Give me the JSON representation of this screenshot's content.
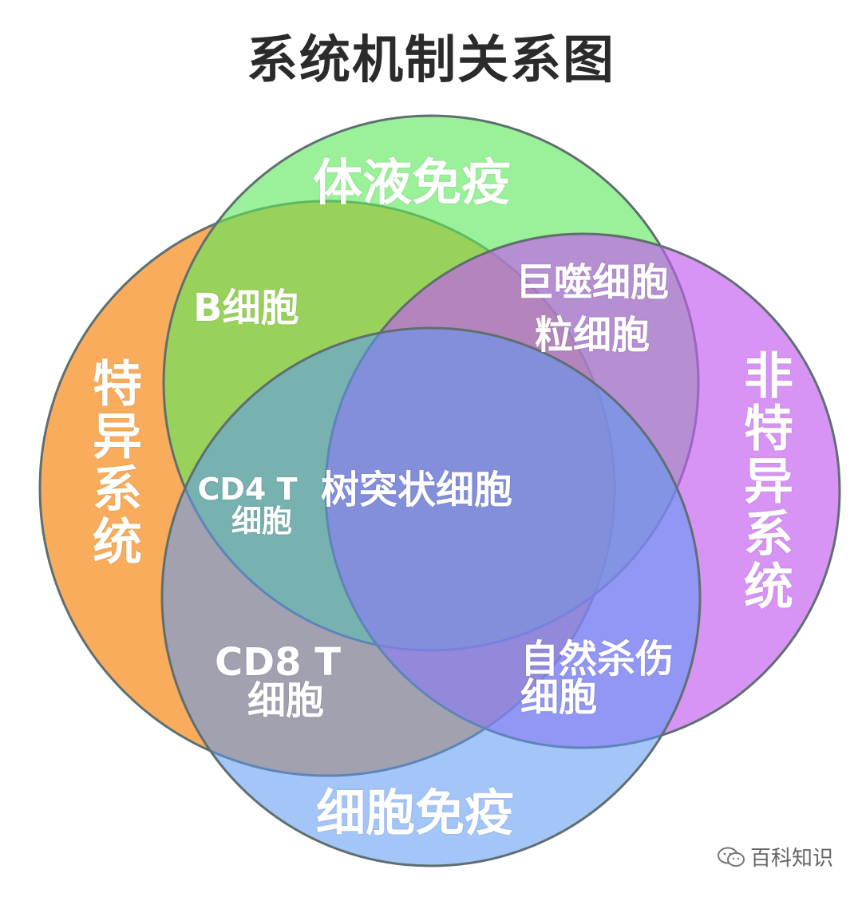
{
  "title": "系统机制关系图",
  "circles": {
    "humoral": {
      "label": "体液免疫",
      "color": "#5de85a"
    },
    "specific": {
      "label": "特异系统",
      "color": "#f7962e"
    },
    "nonspecific": {
      "label": "非特异系统",
      "color": "#c35df0"
    },
    "cellular": {
      "label": "细胞免疫",
      "color": "#5c98f2"
    }
  },
  "cells": {
    "b_cell": "B细胞",
    "macrophage": "巨噬细胞",
    "granulocyte": "粒细胞",
    "cd4_line1": "CD4 T",
    "cd4_line2": "细胞",
    "dendritic": "树突状细胞",
    "cd8_line1": "CD8 T",
    "cd8_line2": "细胞",
    "nk_line1": "自然杀伤",
    "nk_line2": "细胞"
  },
  "watermark": {
    "text": "百科知识",
    "icon": "wechat-icon"
  }
}
